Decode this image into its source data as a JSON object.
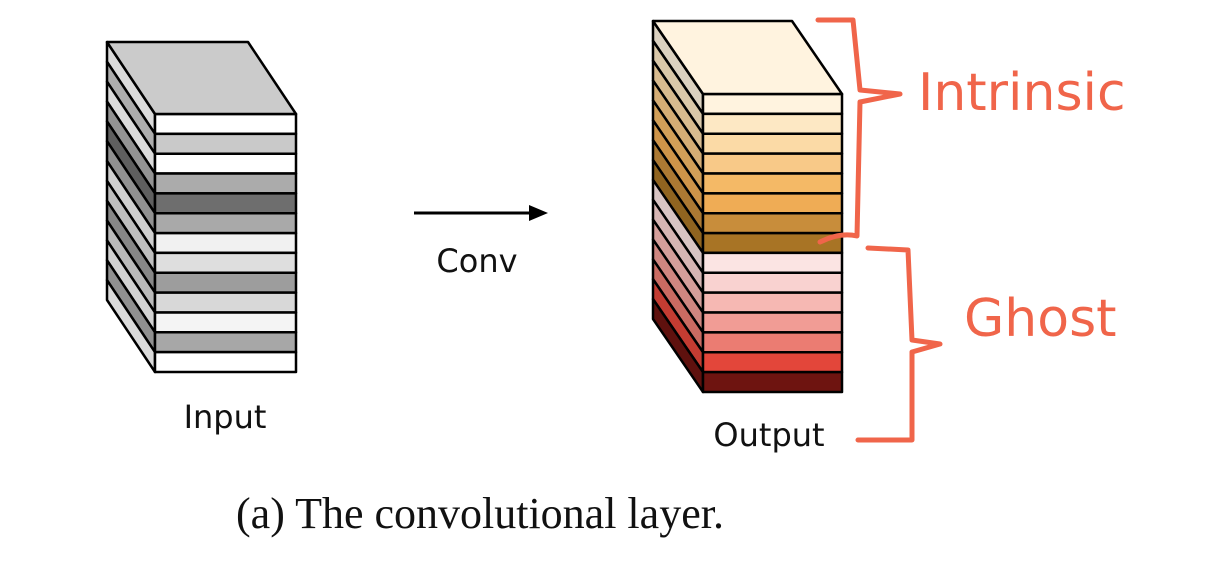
{
  "input": {
    "label": "Input",
    "layer_colors": [
      "#ffffff",
      "#c9c9c9",
      "#ffffff",
      "#ababab",
      "#6e6e6e",
      "#a9a9a9",
      "#f1f1f1",
      "#dedede",
      "#9d9d9d",
      "#d8d8d8",
      "#f4f4f4",
      "#a7a7a7",
      "#ffffff"
    ],
    "top_color": "#cbcbcb"
  },
  "arrow": {
    "label": "Conv"
  },
  "output": {
    "label": "Output",
    "intrinsic_colors": [
      "#fff3df",
      "#fde8c4",
      "#fbdaa6",
      "#f8c988",
      "#f4b966",
      "#efac55",
      "#c88d3b",
      "#a87425"
    ],
    "ghost_colors": [
      "#fbe4e3",
      "#f9d2d0",
      "#f6b8b3",
      "#f19c95",
      "#eb7c72",
      "#e3463a",
      "#6e1410"
    ],
    "top_color": "#fff3df",
    "intrinsic_label": "Intrinsic",
    "ghost_label": "Ghost",
    "accent": "#f0654a"
  },
  "caption": "(a) The convolutional layer."
}
